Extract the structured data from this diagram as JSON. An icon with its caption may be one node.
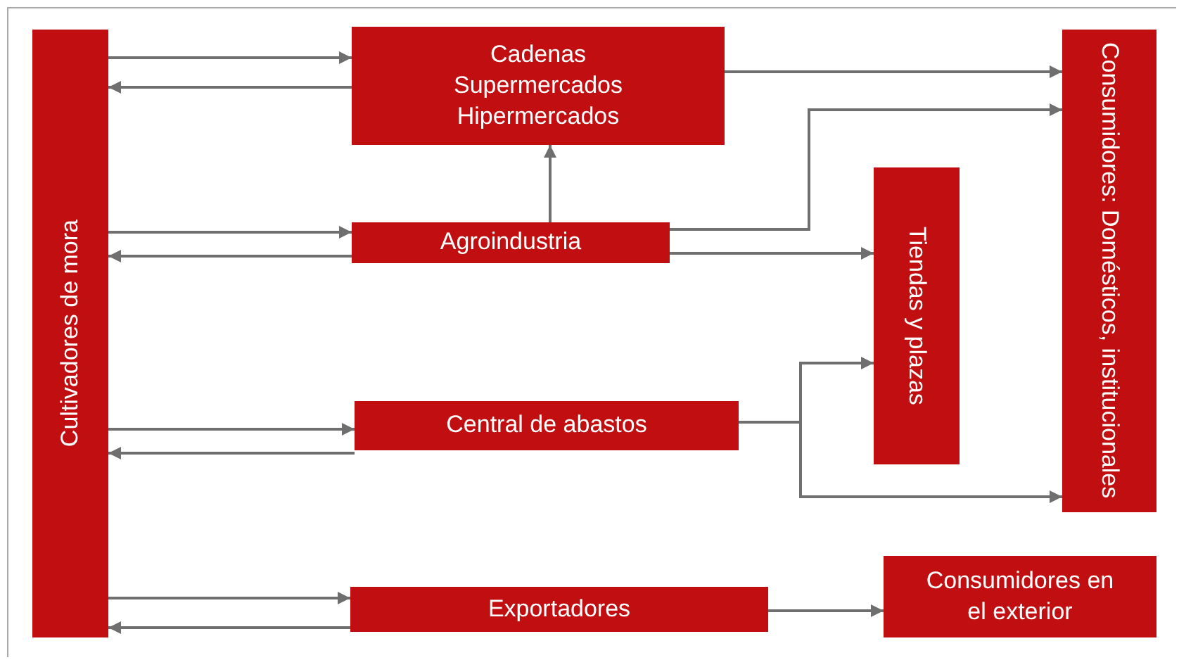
{
  "diagram": {
    "nodes": [
      {
        "text": [
          "Cultivadores de mora"
        ]
      },
      {
        "text": [
          "Cadenas Supermercados Hipermercados"
        ]
      },
      {
        "text": [
          "Agroindustria"
        ]
      },
      {
        "text": [
          "Central de abastos"
        ]
      },
      {
        "text": [
          "Exportadores"
        ]
      },
      {
        "text": [
          "Tiendas y plazas"
        ]
      },
      {
        "text": [
          "Consumidores: Domésticos, institucionales"
        ]
      },
      {
        "text": [
          "Consumidores en el exterior"
        ]
      }
    ],
    "edges": [
      {
        "from": 0,
        "to": 1,
        "arrow": "to"
      },
      {
        "from": 1,
        "to": 0,
        "arrow": "to"
      },
      {
        "from": 0,
        "to": 2,
        "arrow": "to"
      },
      {
        "from": 2,
        "to": 0,
        "arrow": "to"
      },
      {
        "from": 0,
        "to": 3,
        "arrow": "to"
      },
      {
        "from": 3,
        "to": 0,
        "arrow": "to"
      },
      {
        "from": 0,
        "to": 4,
        "arrow": "to"
      },
      {
        "from": 4,
        "to": 0,
        "arrow": "to"
      },
      {
        "from": 1,
        "to": 6,
        "arrow": "to"
      },
      {
        "from": 2,
        "to": 1,
        "arrow": "to"
      },
      {
        "from": 2,
        "to": 6,
        "arrow": "to"
      },
      {
        "from": 2,
        "to": 5,
        "arrow": "to"
      },
      {
        "from": 3,
        "to": 5,
        "arrow": "to"
      },
      {
        "from": 3,
        "to": 6,
        "arrow": "to"
      },
      {
        "from": 4,
        "to": 7,
        "arrow": "to"
      }
    ]
  }
}
